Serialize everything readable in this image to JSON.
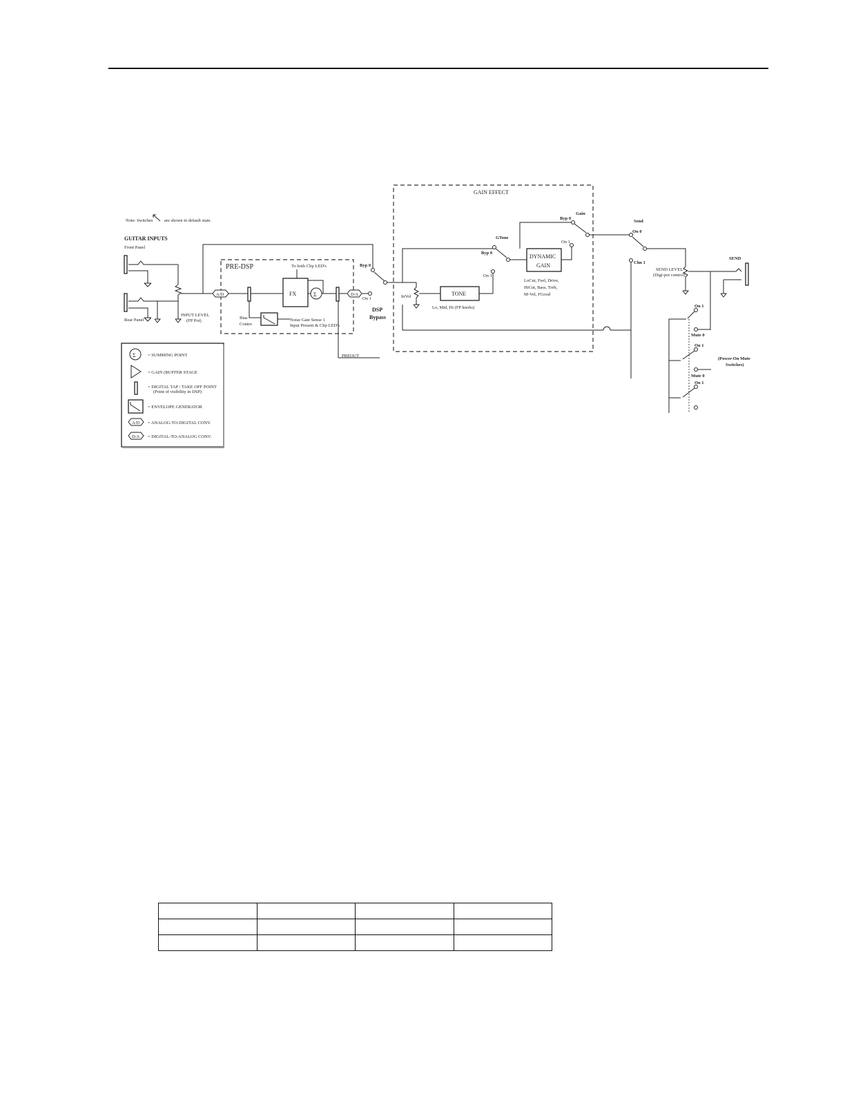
{
  "labels": {
    "note_text": "Note: Switches",
    "note_text2": "are shown in default state.",
    "guitar_inputs": "GUITAR INPUTS",
    "front_panel": "Front Panel",
    "rear_panel": "Rear Panel",
    "input_level": "INPUT LEVEL",
    "input_level_sub": "(FP Pot)",
    "pre_dsp": "PRE-DSP",
    "to_both_clip_leds": "To both Clip LED's",
    "ad": "A/D",
    "fx": "FX",
    "da": "D/A",
    "sum_symbol": "Σ",
    "bias_control": "Bias",
    "bias_control2": "Contro",
    "noise_gate_sense": "Noise Gate Sense 1",
    "input_present_clip_leds": "Input Present & Clip LED's",
    "preout": "PREOUT",
    "byp0_dsp": "Byp 0",
    "on1_dsp": "On 1",
    "dsp": "DSP",
    "bypass": "Bypass",
    "gain_effect": "GAIN EFFECT",
    "gtone": "GTone",
    "byp0_gtone": "Byp 0",
    "on1_gtone": "On 1",
    "gain": "Gain",
    "byp0_gain": "Byp 0",
    "on1_gain": "On 1",
    "dynamic": "DYNAMIC",
    "dynamic_gain": "GAIN",
    "dyn_params1": "LoCut, Feel, Drive,",
    "dyn_params2": "HiCut, Bass, Treb,",
    "dyn_params3": "M-Vol, FGood",
    "invol": "InVol",
    "tone": "TONE",
    "tone_params": "Lo, Mid, Hi (FP knobs)",
    "send": "Send",
    "on0_send": "On 0",
    "chn1": "Chn 1",
    "send_level": "SEND LEVEL",
    "send_level_sub": "(Digi-pot control)",
    "send_out": "SEND",
    "on1_a": "On 1",
    "mute0_a": "Mute 0",
    "on1_b": "On 1",
    "mute0_b": "Mute 0",
    "on1_c": "On 1",
    "power_on_mute": "(Power-On Mute",
    "power_on_mute2": "Switches)"
  },
  "legend": [
    {
      "symbol": "summing",
      "text": "= SUMMING POINT"
    },
    {
      "symbol": "gain",
      "text": "= GAIN (BUFFER STAGE"
    },
    {
      "symbol": "tap",
      "text": "= DIGITAL TAP / TAKE OFF POINT",
      "sub": "(Point of visibility in DSP)"
    },
    {
      "symbol": "envelope",
      "text": "= ENVELOPE GENERATOR"
    },
    {
      "symbol": "ad",
      "text": "= ANALOG-TO-DIGITAL CONV."
    },
    {
      "symbol": "da",
      "text": "= DIGITAL-TO-ANALOG CONV."
    }
  ],
  "legend_symbols": {
    "sigma": "Σ",
    "ad": "A/D",
    "da": "D/A"
  },
  "table": {
    "rows": 3,
    "cols": 4
  }
}
